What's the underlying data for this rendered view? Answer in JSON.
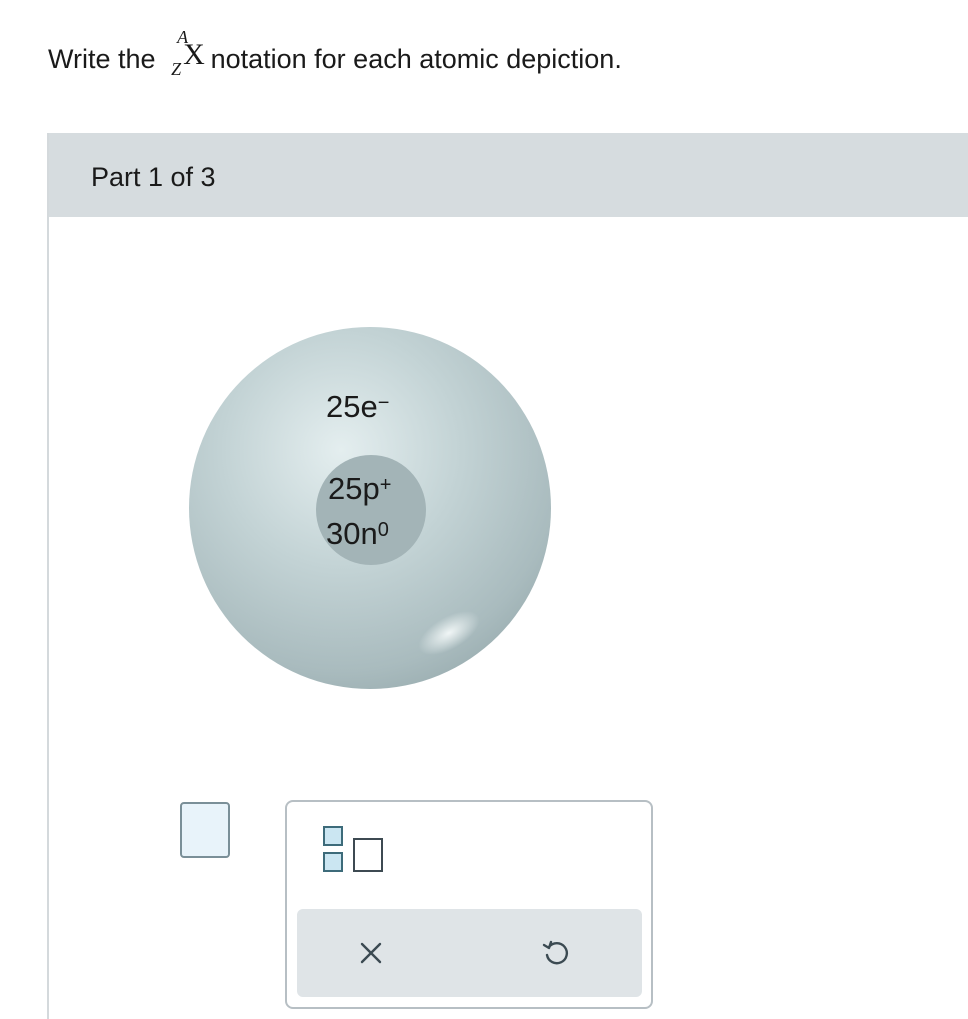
{
  "question": {
    "prefix": "Write the",
    "notation": {
      "mass_number_symbol": "A",
      "atomic_number_symbol": "Z",
      "element_symbol": "X"
    },
    "suffix": "notation for each atomic depiction."
  },
  "part": {
    "label": "Part 1 of 3"
  },
  "atom": {
    "electrons": {
      "count": "25e",
      "charge": "−"
    },
    "protons": {
      "count": "25p",
      "charge": "+"
    },
    "neutrons": {
      "count": "30n",
      "charge": "0"
    }
  },
  "answer": {
    "value": ""
  },
  "palette": {
    "template_icon": "superscript-subscript-template-icon",
    "clear_icon": "close-icon",
    "undo_icon": "undo-icon"
  },
  "colors": {
    "header_bg": "#d6dcdf",
    "atom_fill": "#b4c5c8",
    "nucleus_fill": "#9fb0b3",
    "answer_box_fill": "#e8f3fa",
    "action_bar_bg": "#dfe4e7"
  }
}
